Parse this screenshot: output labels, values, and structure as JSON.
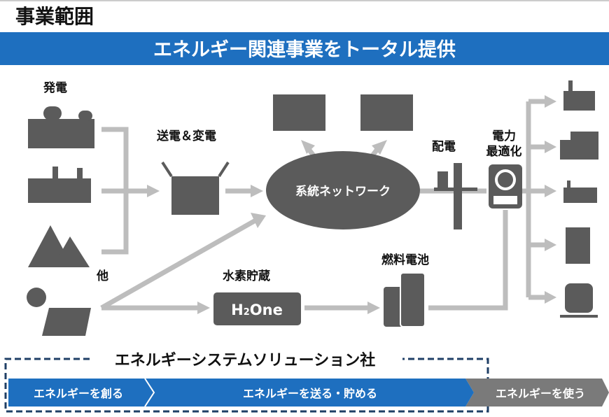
{
  "page_title": "事業範囲",
  "banner": "エネルギー関連事業をトータル提供",
  "labels": {
    "generation": "発電",
    "other": "他",
    "transmission": "送電＆変電",
    "network": "系統ネットワーク",
    "distribution": "配電",
    "optimization_line1": "電力",
    "optimization_line2": "最適化",
    "hydrogen": "水素貯蔵",
    "h2one_prefix": "H",
    "h2one_sub": "2",
    "h2one_suffix": "One",
    "fuel_cell": "燃料電池"
  },
  "company": "エネルギーシステムソリューション社",
  "flow": [
    {
      "label": "エネルギーを創る",
      "color": "#1e6fbf"
    },
    {
      "label": "エネルギーを送る・貯める",
      "color": "#1e6fbf"
    },
    {
      "label": "エネルギーを使う",
      "color": "#7a7a7a"
    }
  ],
  "colors": {
    "brand": "#1e6fbf",
    "icon": "#5b5b5b",
    "arrow": "#bdbdbd",
    "dashed": "#1f3f66"
  }
}
